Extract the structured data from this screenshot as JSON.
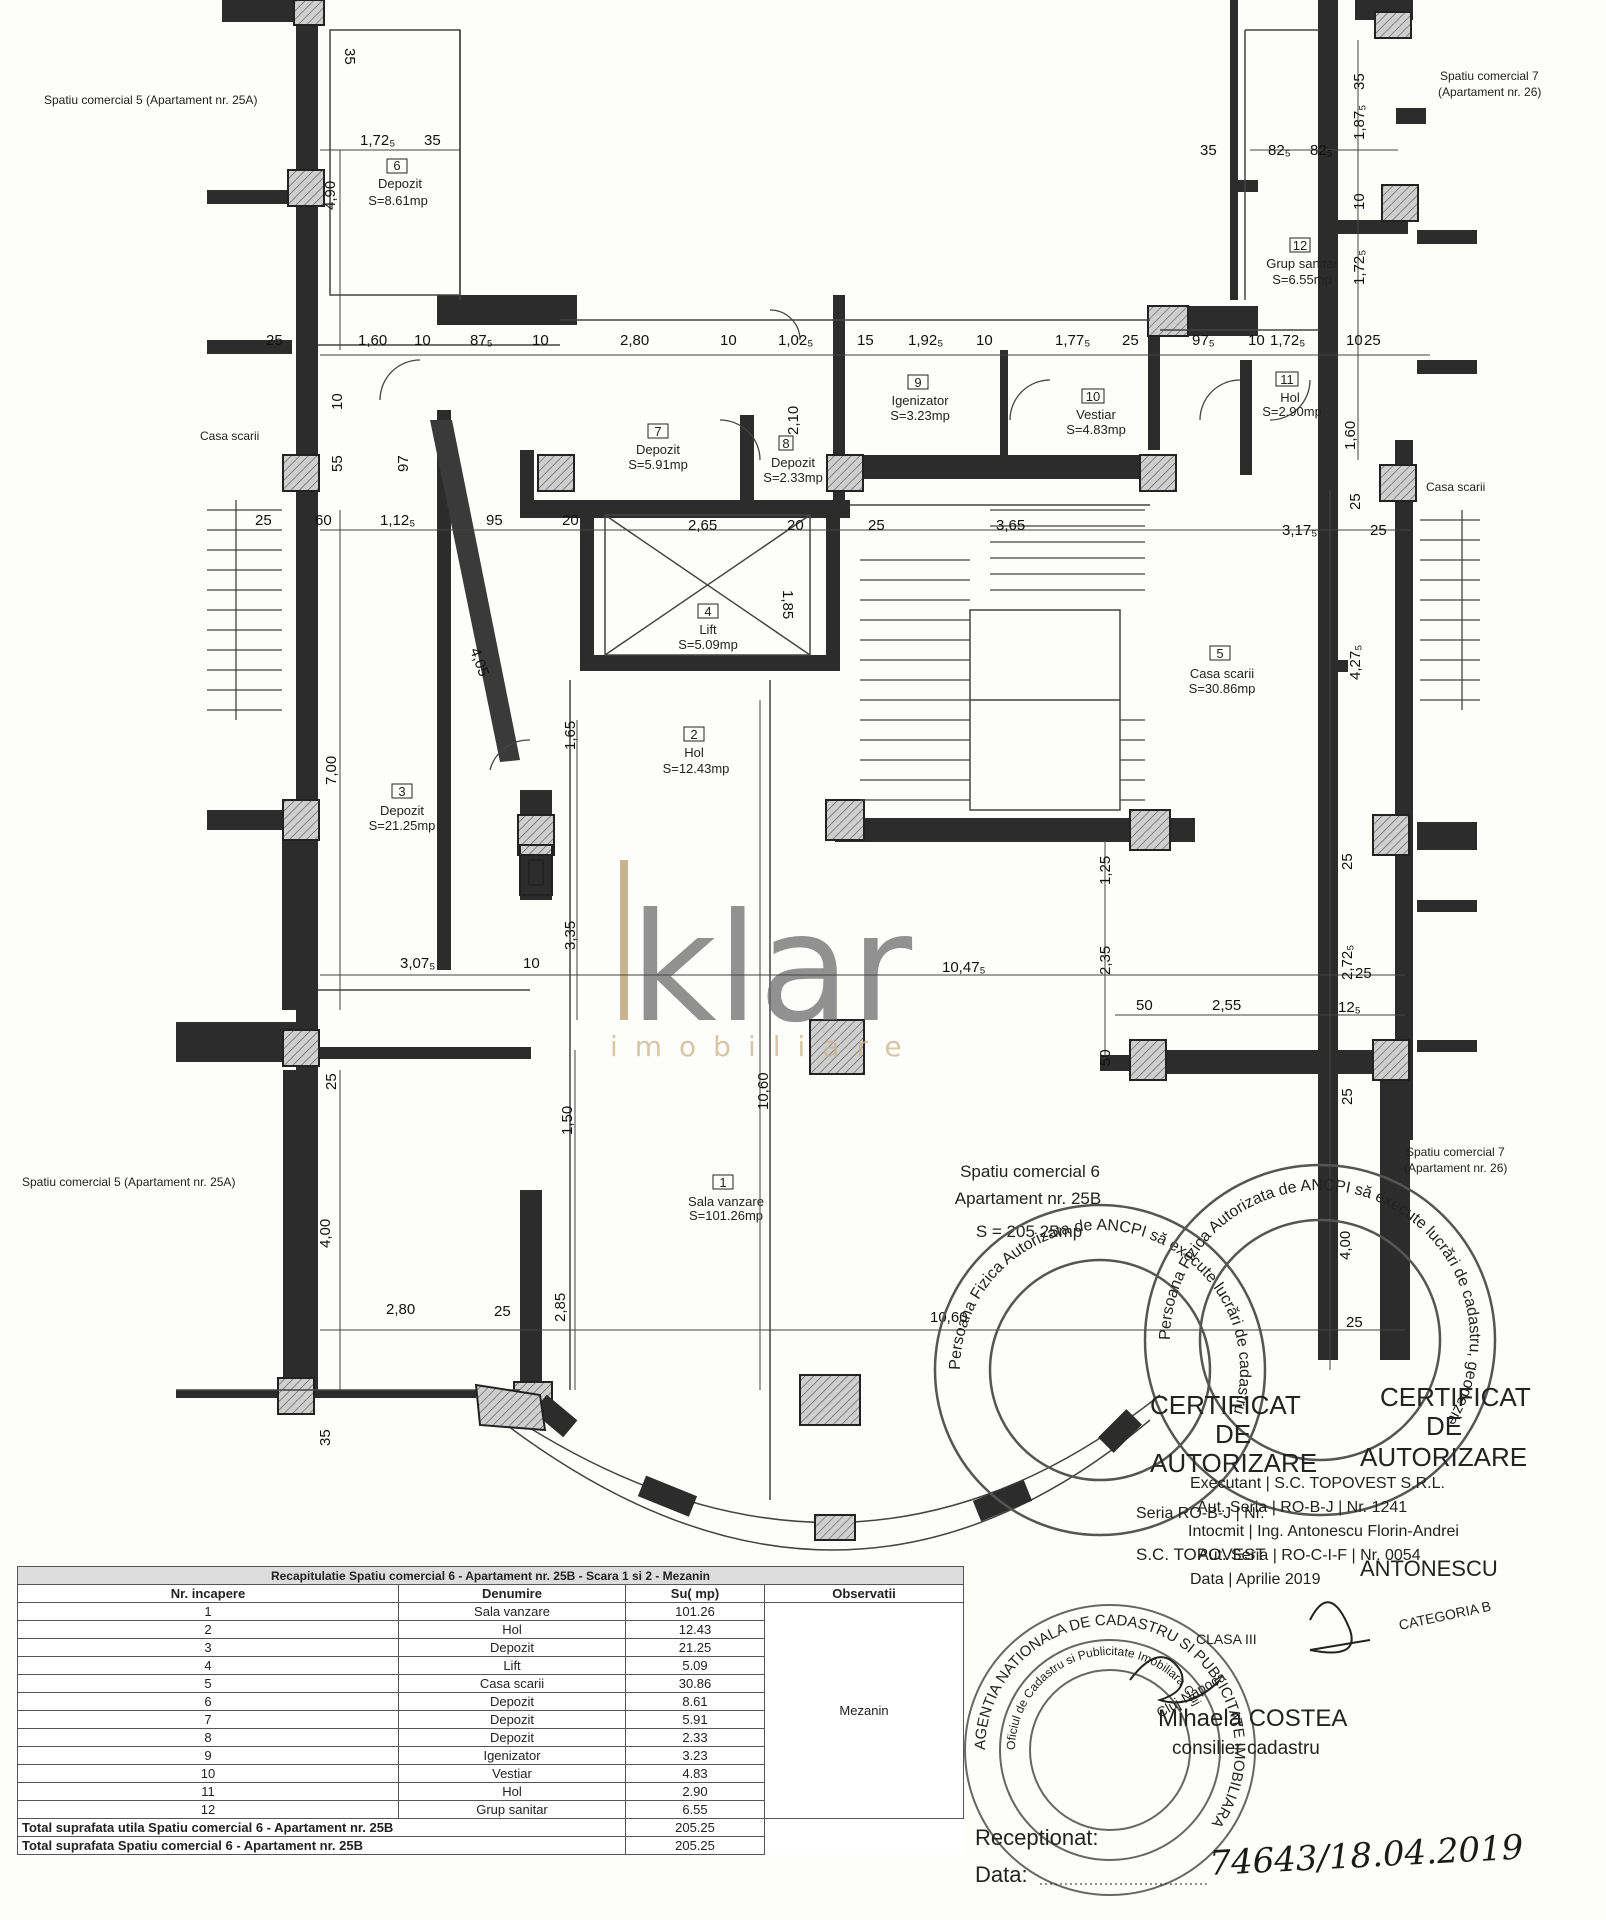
{
  "labels": {
    "sc5_top": "Spatiu comercial 5 (Apartament nr. 25A)",
    "sc5_bottom": "Spatiu comercial 5 (Apartament nr. 25A)",
    "sc7_top_1": "Spatiu comercial 7",
    "sc7_top_2": "(Apartament nr. 26)",
    "sc7_bottom_1": "Spatiu comercial 7",
    "sc7_bottom_2": "(Apartament nr. 26)",
    "casa_scarii_left": "Casa scarii",
    "casa_scarii_right": "Casa scarii"
  },
  "rooms": {
    "r6": {
      "num": "6",
      "name": "Depozit",
      "area": "S=8.61mp"
    },
    "r12": {
      "num": "12",
      "name": "Grup sanitar",
      "area": "S=6.55mp"
    },
    "r7": {
      "num": "7",
      "name": "Depozit",
      "area": "S=5.91mp"
    },
    "r8": {
      "num": "8",
      "name": "Depozit",
      "area": "S=2.33mp"
    },
    "r9": {
      "num": "9",
      "name": "Igenizator",
      "area": "S=3.23mp"
    },
    "r10": {
      "num": "10",
      "name": "Vestiar",
      "area": "S=4.83mp"
    },
    "r11": {
      "num": "11",
      "name": "Hol",
      "area": "S=2.90mp"
    },
    "r4": {
      "num": "4",
      "name": "Lift",
      "area": "S=5.09mp"
    },
    "r5": {
      "num": "5",
      "name": "Casa scarii",
      "area": "S=30.86mp"
    },
    "r2": {
      "num": "2",
      "name": "Hol",
      "area": "S=12.43mp"
    },
    "r3": {
      "num": "3",
      "name": "Depozit",
      "area": "S=21.25mp"
    },
    "r1": {
      "num": "1",
      "name": "Sala vanzare",
      "area": "S=101.26mp"
    }
  },
  "unit": {
    "line1": "Spatiu comercial 6",
    "line2": "Apartament nr. 25B",
    "line3": "S = 205.25mp"
  },
  "watermark": {
    "brand": "klar",
    "sub": "imobiliare"
  },
  "dims": {
    "d35a": "35",
    "d172": "1,72₅",
    "d35b": "35",
    "d490": "4,90",
    "d25a": "25",
    "d160a": "1,60",
    "d10a": "10",
    "d875": "87₅",
    "d10b": "10",
    "d280a": "2,80",
    "d10c": "10",
    "d102": "1,02₅",
    "d15": "15",
    "d192": "1,92₅",
    "d10d": "10",
    "d177": "1,77₅",
    "d25b": "25",
    "d975": "97₅",
    "d10e": "10",
    "d172b": "1,72₅",
    "d10f": "10",
    "d25c": "25",
    "d35c": "35",
    "d82a": "82₅",
    "d82b": "82₅",
    "d35d": "35",
    "d187": "1,87₅",
    "d10g": "10",
    "d172c": "1,72₅",
    "d160b": "1,60",
    "d25d": "25",
    "d210": "2,10",
    "d55": "55",
    "d97": "97",
    "d10h": "10",
    "d25e": "25",
    "d60": "60",
    "d112": "1,12₅",
    "d95": "95",
    "d20a": "20",
    "d265": "2,65",
    "d20b": "20",
    "d25f": "25",
    "d365": "3,65",
    "d317": "3,17₅",
    "d25g": "25",
    "d185": "1,85",
    "d427": "4,27₅",
    "d405": "4,05",
    "d165": "1,65",
    "d700": "7,00",
    "d125": "1,25",
    "d25h": "25",
    "d335": "3,35",
    "d307": "3,07₅",
    "d10i": "10",
    "d1047": "10,47₅",
    "d235": "2,35",
    "d272": "2,72₅",
    "d25i": "25",
    "d50a": "50",
    "d255": "2,55",
    "d12": "12₅",
    "d50b": "50",
    "d25j": "25",
    "d1060v": "10,60",
    "d150": "1,50",
    "d25k": "25",
    "d400a": "4,00",
    "d400b": "4,00",
    "d280b": "2,80",
    "d25l": "25",
    "d285": "2,85",
    "d1060h": "10,60",
    "d25m": "25",
    "d35e": "35"
  },
  "table": {
    "caption": "Recapitulatie Spatiu comercial 6 - Apartament nr. 25B - Scara 1 si 2 - Mezanin",
    "headers": [
      "Nr. incapere",
      "Denumire",
      "Su( mp)",
      "Observatii"
    ],
    "rows": [
      {
        "nr": "1",
        "den": "Sala vanzare",
        "su": "101.26"
      },
      {
        "nr": "2",
        "den": "Hol",
        "su": "12.43"
      },
      {
        "nr": "3",
        "den": "Depozit",
        "su": "21.25"
      },
      {
        "nr": "4",
        "den": "Lift",
        "su": "5.09"
      },
      {
        "nr": "5",
        "den": "Casa scarii",
        "su": "30.86"
      },
      {
        "nr": "6",
        "den": "Depozit",
        "su": "8.61"
      },
      {
        "nr": "7",
        "den": "Depozit",
        "su": "5.91"
      },
      {
        "nr": "8",
        "den": "Depozit",
        "su": "2.33"
      },
      {
        "nr": "9",
        "den": "Igenizator",
        "su": "3.23"
      },
      {
        "nr": "10",
        "den": "Vestiar",
        "su": "4.83"
      },
      {
        "nr": "11",
        "den": "Hol",
        "su": "2.90"
      },
      {
        "nr": "12",
        "den": "Grup sanitar",
        "su": "6.55"
      }
    ],
    "observatii": "Mezanin",
    "total_util_label": "Total suprafata utila Spatiu comercial 6 - Apartament nr. 25B",
    "total_util": "205.25",
    "total_label": "Total suprafata Spatiu comercial 6 - Apartament nr. 25B",
    "total": "205.25"
  },
  "stamp": {
    "cert1_a": "CERTIFICAT",
    "cert1_b": "DE",
    "cert1_c": "AUTORIZARE",
    "cert2_a": "CERTIFICAT",
    "cert2_b": "DE",
    "cert2_c": "AUTORIZARE",
    "ring1": "Persoana Fizica Autorizata de ANCPI să execute lucrări de cadastru",
    "ring2": "Persoana Fizica Autorizata de ANCPI să execute lucrări de cadastru, geodezie",
    "clasa": "CLASA III",
    "categoria": "CATEGORIA B",
    "seria_left": "Seria RO-B-J | Nr.",
    "topovest_left": "S.C. TOPOVEST",
    "antonescu": "ANTONESCU",
    "executant": "Executant | S.C. TOPOVEST S.R.L.",
    "aut1": "Aut. Seria | RO-B-J | Nr. 1241",
    "intocmit": "Intocmit | Ing. Antonescu Florin-Andrei",
    "aut2": "Aut. Seria | RO-C-I-F | Nr. 0054",
    "data": "Data | Aprilie 2019",
    "ancpi_ring": "AGENTIA NATIONALA DE CADASTRU SI PUBLICITATE IMOBILIARA",
    "ocpi_ring": "Oficiul de Cadastru si Publicitate Imobiliara Cluj",
    "cluj": "Cluj-Napoca",
    "costea_name": "Mihaela COSTEA",
    "costea_role": "consilier cadastru",
    "receptionat": "Receptionat:",
    "data_label": "Data:",
    "handwritten": "74643/18.04.2019"
  },
  "colors": {
    "wall": "#2c2c2c",
    "pillar": "#bdbdbd",
    "line": "#333333",
    "stamp": "#555555",
    "watermark_brown": "#b89a6a",
    "watermark_grey": "#6e6e6e"
  }
}
